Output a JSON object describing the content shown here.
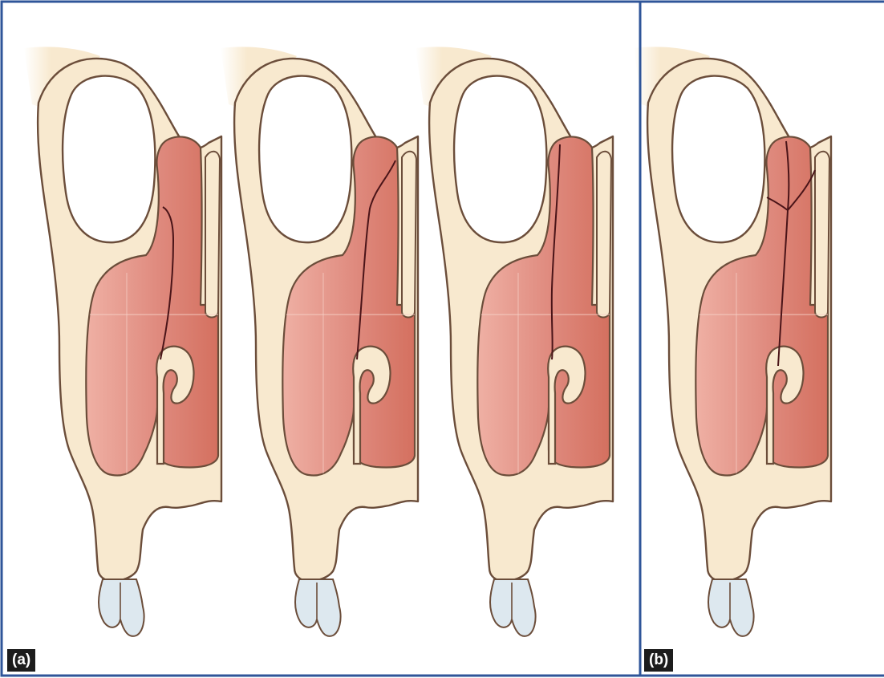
{
  "panels": [
    {
      "label": "(a)",
      "figures": 3
    },
    {
      "label": "(b)",
      "figures": 1
    }
  ],
  "colors": {
    "border": "#2f5599",
    "bone": "#f8e9cf",
    "outline": "#6b4d3a",
    "soft_tissue_dark": "#d9786c",
    "soft_tissue_light": "#eda79a",
    "fracture_line": "#4a1418",
    "tooth": "#dde8ef"
  },
  "icons": [
    "maxilla-section-illustration",
    "fracture-line",
    "tooth"
  ]
}
